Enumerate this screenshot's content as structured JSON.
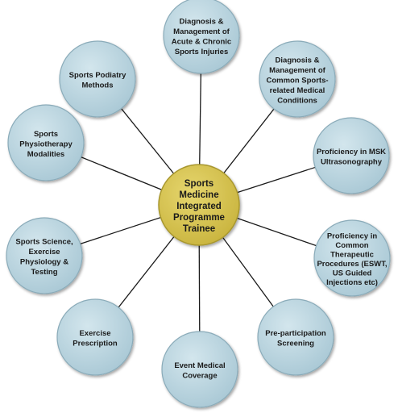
{
  "diagram": {
    "center": {
      "lines": [
        "Sports",
        "Medicine",
        "Integrated",
        "Programme",
        "Trainee"
      ]
    },
    "nodes": [
      {
        "id": "acute-chronic-injuries",
        "lines": [
          "Diagnosis &",
          "Management of",
          "Acute & Chronic",
          "Sports Injuries"
        ]
      },
      {
        "id": "medical-conditions",
        "lines": [
          "Diagnosis &",
          "Management of",
          "Common Sports-",
          "related Medical",
          "Conditions"
        ]
      },
      {
        "id": "msk-ultrasonography",
        "lines": [
          "Proficiency in MSK",
          "Ultrasonography"
        ]
      },
      {
        "id": "therapeutic-procedures",
        "lines": [
          "Proficiency in",
          "Common",
          "Therapeutic",
          "Procedures (ESWT,",
          "US Guided",
          "Injections etc)"
        ]
      },
      {
        "id": "pre-participation-screening",
        "lines": [
          "Pre-participation",
          "Screening"
        ]
      },
      {
        "id": "event-medical-coverage",
        "lines": [
          "Event Medical",
          "Coverage"
        ]
      },
      {
        "id": "exercise-prescription",
        "lines": [
          "Exercise",
          "Prescription"
        ]
      },
      {
        "id": "sports-science",
        "lines": [
          "Sports Science,",
          "Exercise",
          "Physiology &",
          "Testing"
        ]
      },
      {
        "id": "physiotherapy-modalities",
        "lines": [
          "Sports",
          "Physiotherapy",
          "Modalities"
        ]
      },
      {
        "id": "podiatry-methods",
        "lines": [
          "Sports Podiatry",
          "Methods"
        ]
      }
    ],
    "colors": {
      "node_fill": "#b7d3de",
      "node_stroke": "#8aabb9",
      "center_fill": "#d6c24e",
      "center_stroke": "#a8972f",
      "connector": "#1a1a1a"
    }
  }
}
